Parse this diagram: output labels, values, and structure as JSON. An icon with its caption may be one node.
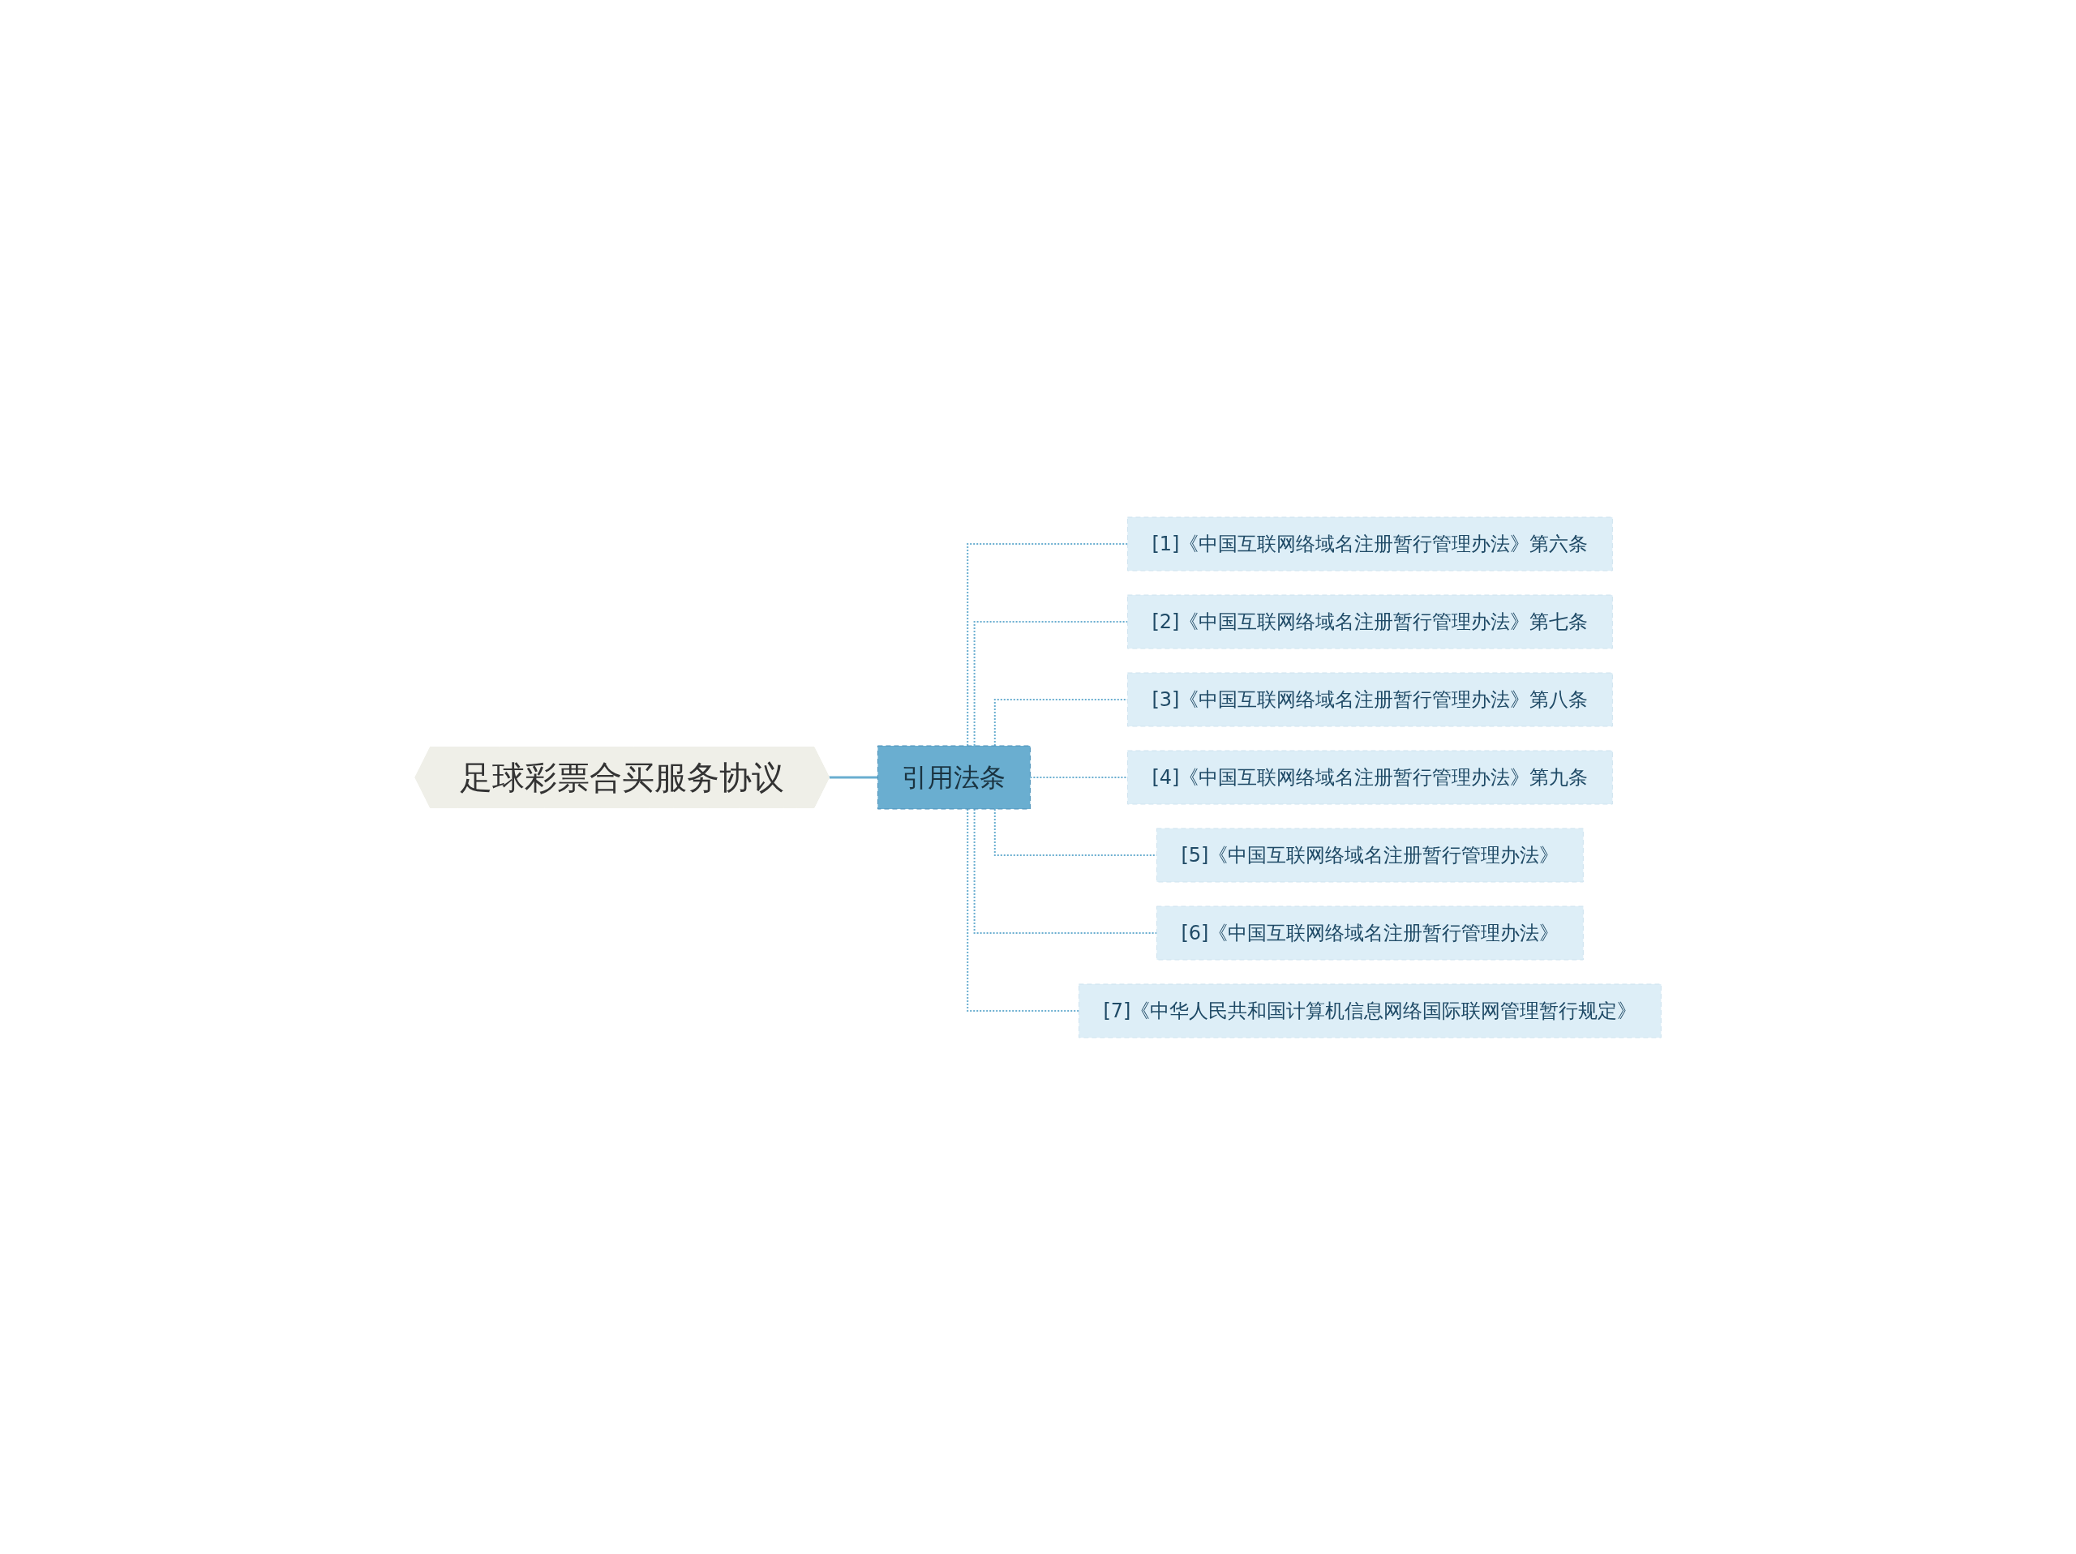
{
  "diagram": {
    "nodes": [
      {
        "text": [
          "足球彩票合买服务协议"
        ]
      },
      {
        "text": [
          "引用法条"
        ]
      },
      {
        "text": [
          "[1]《中国互联网络域名注册暂行管理办法》第六条"
        ]
      },
      {
        "text": [
          "[2]《中国互联网络域名注册暂行管理办法》第七条"
        ]
      },
      {
        "text": [
          "[3]《中国互联网络域名注册暂行管理办法》第八条"
        ]
      },
      {
        "text": [
          "[4]《中国互联网络域名注册暂行管理办法》第九条"
        ]
      },
      {
        "text": [
          "[5]《中国互联网络域名注册暂行管理办法》"
        ]
      },
      {
        "text": [
          "[6]《中国互联网络域名注册暂行管理办法》"
        ]
      },
      {
        "text": [
          "[7]《中华人民共和国计算机信息网络国际联网管理暂行规定》"
        ]
      }
    ],
    "edges": [
      {
        "from": 0,
        "to": 1,
        "arrow": "none"
      },
      {
        "from": 1,
        "to": 2,
        "arrow": "none",
        "style": "dashed"
      },
      {
        "from": 1,
        "to": 3,
        "arrow": "none",
        "style": "dashed"
      },
      {
        "from": 1,
        "to": 4,
        "arrow": "none",
        "style": "dashed"
      },
      {
        "from": 1,
        "to": 5,
        "arrow": "none",
        "style": "dashed"
      },
      {
        "from": 1,
        "to": 6,
        "arrow": "none",
        "style": "dashed"
      },
      {
        "from": 1,
        "to": 7,
        "arrow": "none",
        "style": "dashed"
      },
      {
        "from": 1,
        "to": 8,
        "arrow": "none",
        "style": "dashed"
      }
    ]
  }
}
